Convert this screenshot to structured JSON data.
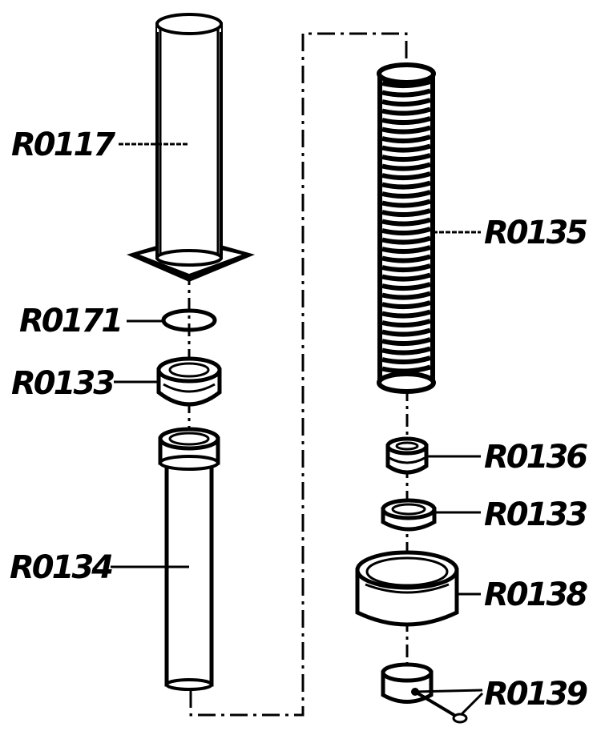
{
  "colors": {
    "ink": "#000000",
    "paper": "#ffffff"
  },
  "labels": {
    "tube": "R0117",
    "oring": "R0171",
    "ring_left": "R0133",
    "lower_tube": "R0134",
    "spring": "R0135",
    "valve": "R0136",
    "ring_right": "R0133",
    "cap": "R0138",
    "nut": "R0139"
  }
}
